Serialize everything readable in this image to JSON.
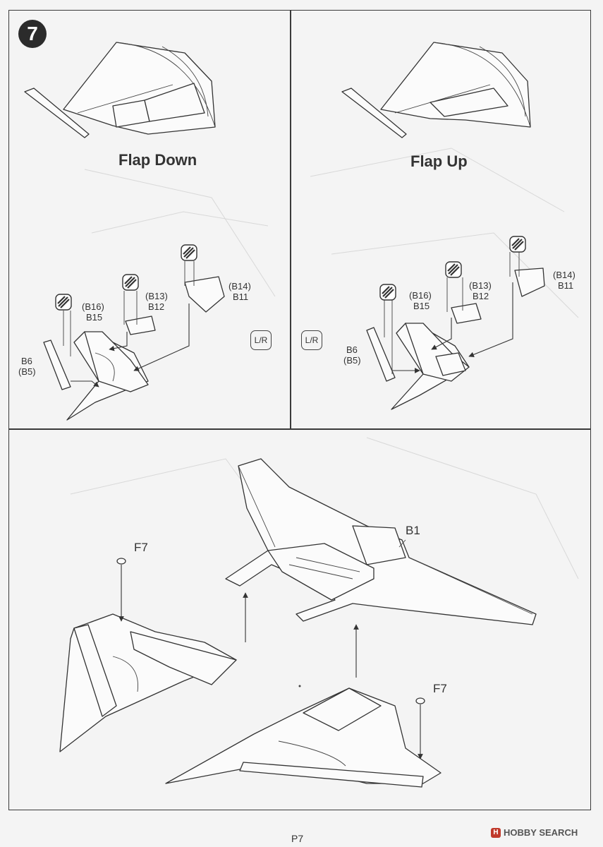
{
  "step": {
    "number": "7"
  },
  "panels": {
    "left": {
      "title": "Flap Down",
      "parts": {
        "b16": "(B16)",
        "b15": "B15",
        "b13": "(B13)",
        "b12": "B12",
        "b14": "(B14)",
        "b11": "B11",
        "b6": "B6",
        "b5": "(B5)"
      },
      "lr": "L/R"
    },
    "right": {
      "title": "Flap Up",
      "parts": {
        "b16": "(B16)",
        "b15": "B15",
        "b13": "(B13)",
        "b12": "B12",
        "b14": "(B14)",
        "b11": "B11",
        "b6": "B6",
        "b5": "(B5)"
      },
      "lr": "L/R"
    }
  },
  "assembly": {
    "b1": "B1",
    "f7_left": "F7",
    "f7_right": "F7"
  },
  "footer": {
    "page": "P7",
    "watermark": "HOBBY SEARCH",
    "watermark_logo": "H"
  },
  "icons": [
    "glue-icon",
    "arrow-icon"
  ]
}
